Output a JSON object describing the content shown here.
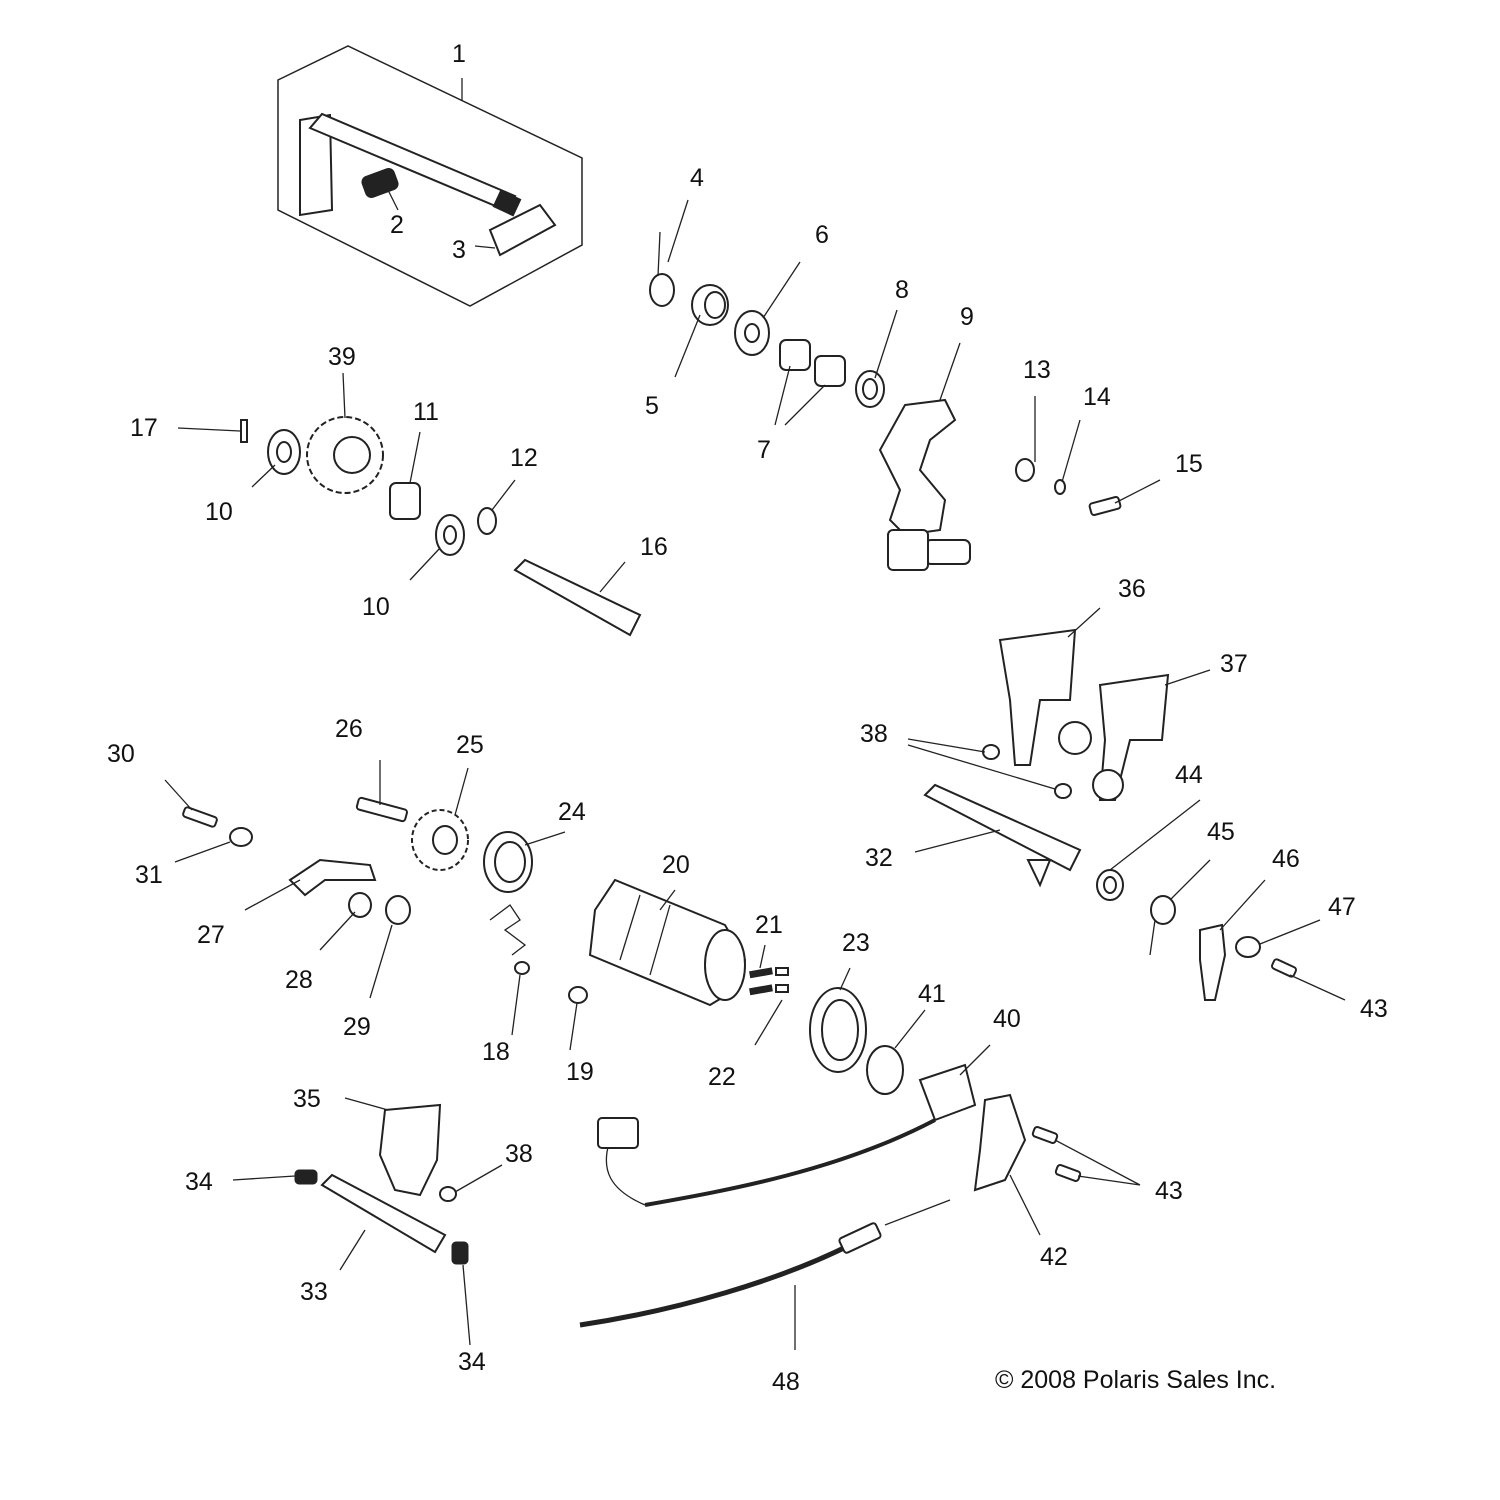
{
  "diagram": {
    "title": "Gear shift assembly exploded view",
    "copyright": "© 2008 Polaris Sales Inc.",
    "callouts": [
      {
        "id": "1",
        "label": "1"
      },
      {
        "id": "2",
        "label": "2"
      },
      {
        "id": "3",
        "label": "3"
      },
      {
        "id": "4",
        "label": "4"
      },
      {
        "id": "5",
        "label": "5"
      },
      {
        "id": "6",
        "label": "6"
      },
      {
        "id": "7",
        "label": "7"
      },
      {
        "id": "8",
        "label": "8"
      },
      {
        "id": "9",
        "label": "9"
      },
      {
        "id": "10a",
        "label": "10"
      },
      {
        "id": "10b",
        "label": "10"
      },
      {
        "id": "11",
        "label": "11"
      },
      {
        "id": "12",
        "label": "12"
      },
      {
        "id": "13",
        "label": "13"
      },
      {
        "id": "14",
        "label": "14"
      },
      {
        "id": "15",
        "label": "15"
      },
      {
        "id": "16",
        "label": "16"
      },
      {
        "id": "17",
        "label": "17"
      },
      {
        "id": "18",
        "label": "18"
      },
      {
        "id": "19",
        "label": "19"
      },
      {
        "id": "20",
        "label": "20"
      },
      {
        "id": "21",
        "label": "21"
      },
      {
        "id": "22",
        "label": "22"
      },
      {
        "id": "23",
        "label": "23"
      },
      {
        "id": "24",
        "label": "24"
      },
      {
        "id": "25",
        "label": "25"
      },
      {
        "id": "26",
        "label": "26"
      },
      {
        "id": "27",
        "label": "27"
      },
      {
        "id": "28",
        "label": "28"
      },
      {
        "id": "29",
        "label": "29"
      },
      {
        "id": "30",
        "label": "30"
      },
      {
        "id": "31",
        "label": "31"
      },
      {
        "id": "32",
        "label": "32"
      },
      {
        "id": "33",
        "label": "33"
      },
      {
        "id": "34a",
        "label": "34"
      },
      {
        "id": "34b",
        "label": "34"
      },
      {
        "id": "35",
        "label": "35"
      },
      {
        "id": "36",
        "label": "36"
      },
      {
        "id": "37",
        "label": "37"
      },
      {
        "id": "38a",
        "label": "38"
      },
      {
        "id": "38b",
        "label": "38"
      },
      {
        "id": "39",
        "label": "39"
      },
      {
        "id": "40",
        "label": "40"
      },
      {
        "id": "41",
        "label": "41"
      },
      {
        "id": "42",
        "label": "42"
      },
      {
        "id": "43a",
        "label": "43"
      },
      {
        "id": "43b",
        "label": "43"
      },
      {
        "id": "44",
        "label": "44"
      },
      {
        "id": "45",
        "label": "45"
      },
      {
        "id": "46",
        "label": "46"
      },
      {
        "id": "47",
        "label": "47"
      },
      {
        "id": "48",
        "label": "48"
      }
    ]
  }
}
